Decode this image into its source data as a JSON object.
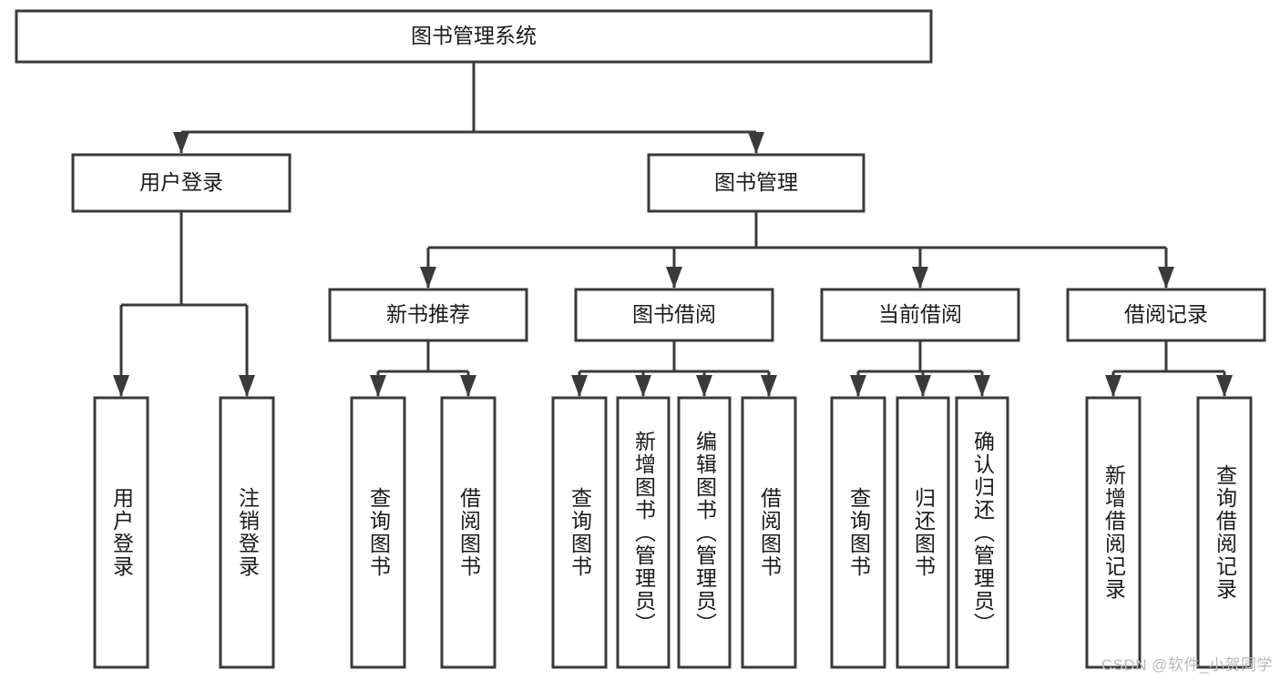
{
  "diagram": {
    "type": "tree",
    "title": "图书管理系统",
    "orientation": "top-down",
    "style": {
      "background": "#ffffff",
      "box_stroke": "#3a3a3a",
      "box_fill": "#ffffff",
      "text_color": "#1a1a1a",
      "watermark_color": "#b9b9b9"
    },
    "root": {
      "id": "root",
      "label": "图书管理系统",
      "orientation": "horizontal"
    },
    "level2": [
      {
        "id": "user-login",
        "label": "用户登录",
        "orientation": "horizontal"
      },
      {
        "id": "book-management",
        "label": "图书管理",
        "orientation": "horizontal"
      }
    ],
    "level3": [
      {
        "id": "new-book-recommend",
        "label": "新书推荐",
        "parent": "book-management",
        "orientation": "horizontal"
      },
      {
        "id": "book-borrow",
        "label": "图书借阅",
        "parent": "book-management",
        "orientation": "horizontal"
      },
      {
        "id": "current-borrow",
        "label": "当前借阅",
        "parent": "book-management",
        "orientation": "horizontal"
      },
      {
        "id": "borrow-record",
        "label": "借阅记录",
        "parent": "book-management",
        "orientation": "horizontal"
      }
    ],
    "leaves": [
      {
        "id": "leaf-user-login",
        "label": "用户登录",
        "parent": "user-login",
        "orientation": "vertical"
      },
      {
        "id": "leaf-logout",
        "label": "注销登录",
        "parent": "user-login",
        "orientation": "vertical"
      },
      {
        "id": "leaf-query-book-1",
        "label": "查询图书",
        "parent": "new-book-recommend",
        "orientation": "vertical"
      },
      {
        "id": "leaf-borrow-book-1",
        "label": "借阅图书",
        "parent": "new-book-recommend",
        "orientation": "vertical"
      },
      {
        "id": "leaf-query-book-2",
        "label": "查询图书",
        "parent": "book-borrow",
        "orientation": "vertical"
      },
      {
        "id": "leaf-add-book",
        "label": "新增图书（管理员）",
        "parent": "book-borrow",
        "orientation": "vertical"
      },
      {
        "id": "leaf-edit-book",
        "label": "编辑图书（管理员）",
        "parent": "book-borrow",
        "orientation": "vertical"
      },
      {
        "id": "leaf-borrow-book-2",
        "label": "借阅图书",
        "parent": "book-borrow",
        "orientation": "vertical"
      },
      {
        "id": "leaf-query-book-3",
        "label": "查询图书",
        "parent": "current-borrow",
        "orientation": "vertical"
      },
      {
        "id": "leaf-return-book",
        "label": "归还图书",
        "parent": "current-borrow",
        "orientation": "vertical"
      },
      {
        "id": "leaf-confirm-return",
        "label": "确认归还（管理员）",
        "parent": "current-borrow",
        "orientation": "vertical"
      },
      {
        "id": "leaf-add-record",
        "label": "新增借阅记录",
        "parent": "borrow-record",
        "orientation": "vertical"
      },
      {
        "id": "leaf-query-record",
        "label": "查询借阅记录",
        "parent": "borrow-record",
        "orientation": "vertical"
      }
    ]
  },
  "watermark": {
    "text": "CSDN @软件_小贺同学"
  }
}
